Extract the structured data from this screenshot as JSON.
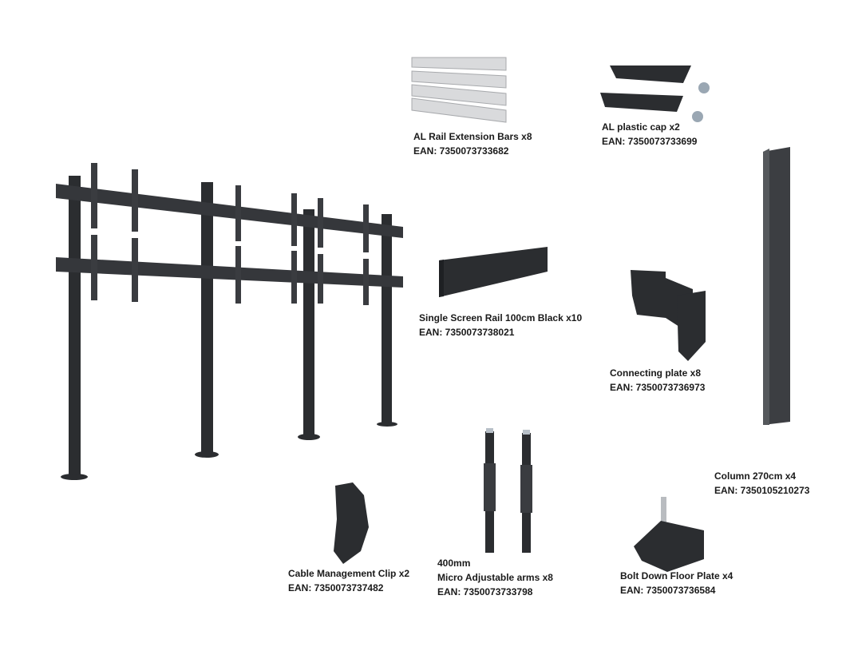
{
  "parts": {
    "al_rail": {
      "name": "AL Rail Extension Bars x8",
      "ean": "EAN: 7350073733682"
    },
    "al_cap": {
      "name": "AL plastic cap x2",
      "ean": "EAN: 7350073733699"
    },
    "screen_rail": {
      "name": "Single Screen Rail 100cm Black x10",
      "ean": "EAN: 7350073738021"
    },
    "connecting_plate": {
      "name": "Connecting plate x8",
      "ean": "EAN: 7350073736973"
    },
    "column": {
      "name": "Column 270cm x4",
      "ean": "EAN: 7350105210273"
    },
    "cable_clip": {
      "name": "Cable Management Clip x2",
      "ean": "EAN: 7350073737482"
    },
    "arms": {
      "size": "400mm",
      "name": "Micro Adjustable arms x8",
      "ean": "EAN: 7350073733798"
    },
    "floor_plate": {
      "name": "Bolt Down Floor Plate x4",
      "ean": "EAN: 7350073736584"
    }
  },
  "colors": {
    "metal_dark": "#2b2d30",
    "aluminium": "#d9dadc",
    "label": "#1a1a1a"
  }
}
